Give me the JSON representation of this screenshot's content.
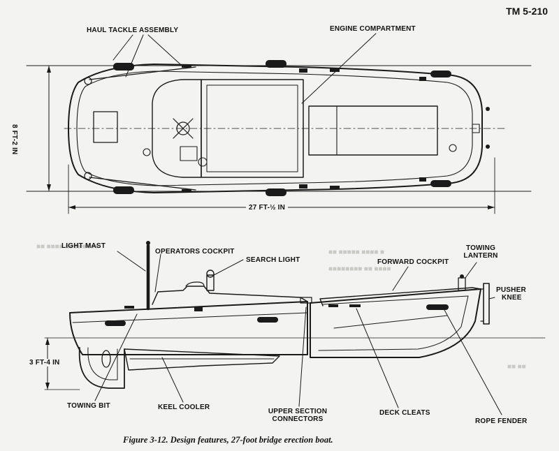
{
  "header": {
    "doc_number": "TM 5-210"
  },
  "top_view": {
    "labels": {
      "haul_tackle": "HAUL TACKLE ASSEMBLY",
      "engine_compartment": "ENGINE COMPARTMENT",
      "width_dimension": "8 FT-2 IN",
      "length_dimension": "27 FT-½ IN"
    }
  },
  "side_view": {
    "labels": {
      "light_mast": "LIGHT MAST",
      "operators_cockpit": "OPERATORS COCKPIT",
      "search_light": "SEARCH LIGHT",
      "forward_cockpit": "FORWARD COCKPIT",
      "towing_lantern_1": "TOWING",
      "towing_lantern_2": "LANTERN",
      "pusher_knee_1": "PUSHER",
      "pusher_knee_2": "KNEE",
      "height_dimension": "3 FT-4 IN",
      "towing_bit": "TOWING BIT",
      "keel_cooler": "KEEL COOLER",
      "upper_section_1": "UPPER SECTION",
      "upper_section_2": "CONNECTORS",
      "deck_cleats": "DECK CLEATS",
      "rope_fender": "ROPE FENDER"
    }
  },
  "caption": "Figure 3-12.  Design features, 27-foot bridge erection boat."
}
